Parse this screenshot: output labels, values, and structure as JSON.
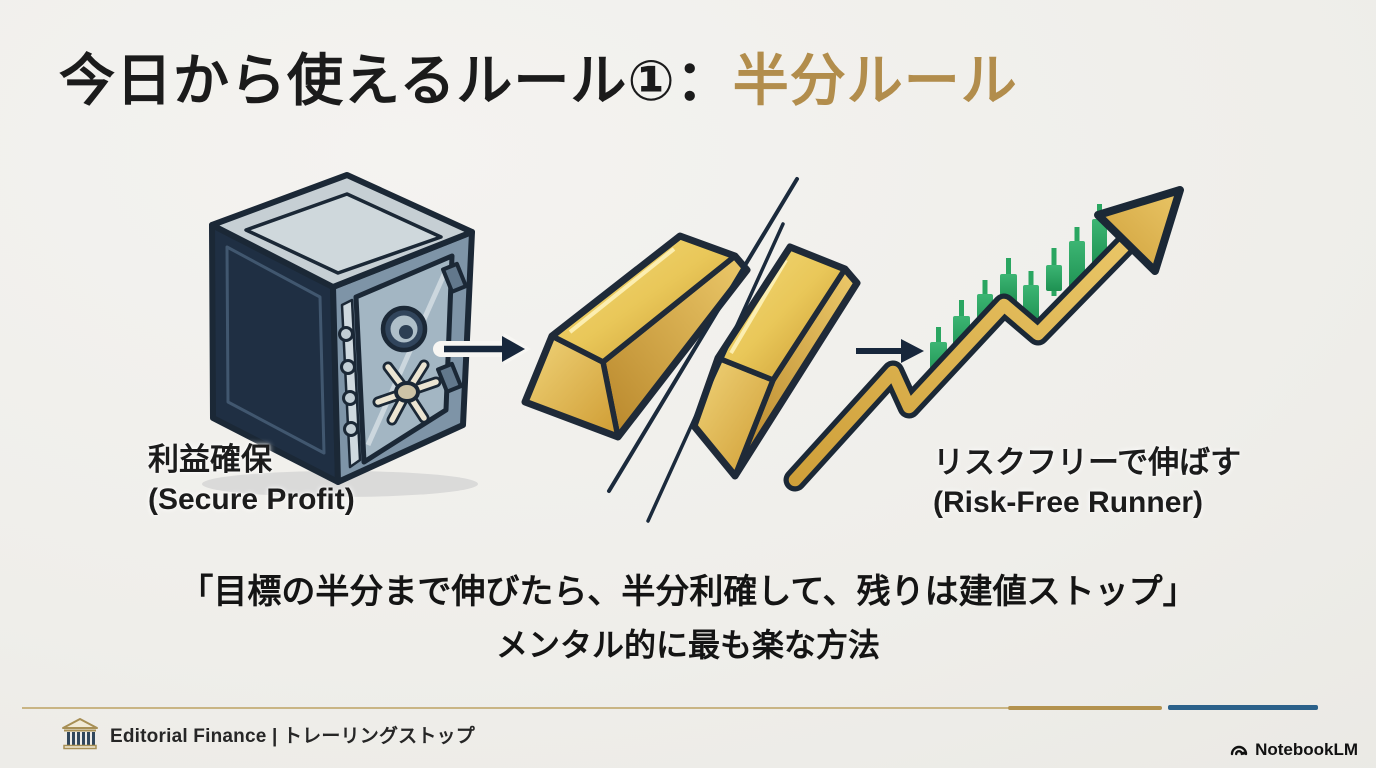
{
  "slide": {
    "title": {
      "prefix": "今日から使えるルール①：",
      "highlight": "半分ルール"
    },
    "diagram": {
      "left_label_jp": "利益確保",
      "left_label_en": "(Secure Profit)",
      "right_label_jp": "リスクフリーで伸ばす",
      "right_label_en": "(Risk-Free Runner)",
      "icons": [
        "vault-icon",
        "flow-arrow-icon",
        "gold-bars-icon",
        "split-slash-icon",
        "flow-arrow-icon",
        "candlestick-chart-icon",
        "trend-arrow-icon"
      ]
    },
    "quote_line1": "「目標の半分まで伸びたら、半分利確して、残りは建値ストップ」",
    "quote_line2": "メンタル的に最も楽な方法",
    "footer": {
      "brand": "Editorial Finance | トレーリングストップ",
      "watermark": "NotebookLM"
    },
    "colors": {
      "title_gold": "#b28d4c",
      "navy_outline": "#1b2836",
      "gold_fill": "#d8a94c",
      "candle_green": "#2aa661",
      "progress_tan": "#b3924e",
      "progress_blue": "#2b618a"
    }
  }
}
